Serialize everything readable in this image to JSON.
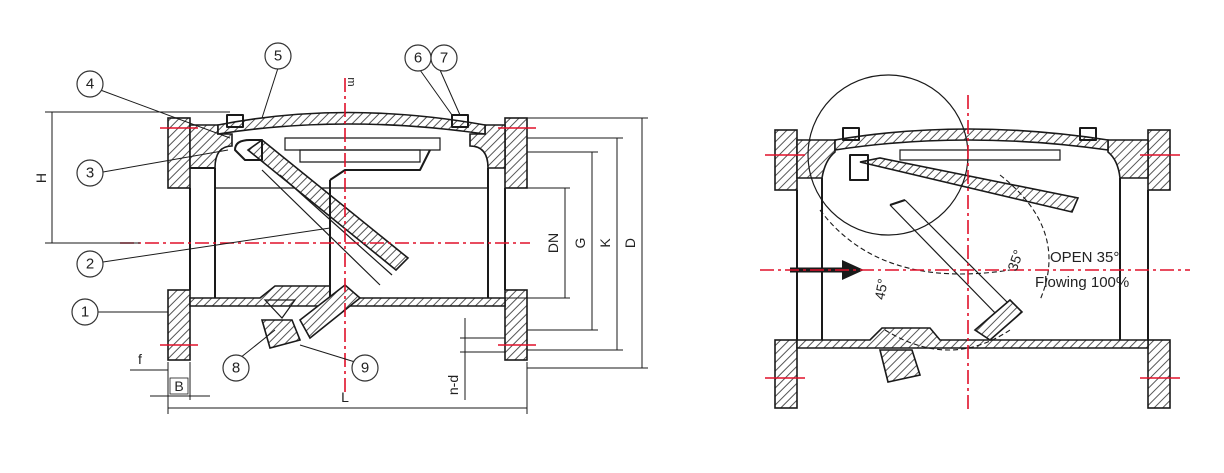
{
  "callouts": [
    "1",
    "2",
    "3",
    "4",
    "5",
    "6",
    "7",
    "8",
    "9"
  ],
  "dimensions": {
    "H": "H",
    "DN": "DN",
    "G": "G",
    "K": "K",
    "D": "D",
    "L": "L",
    "B": "B",
    "f": "f",
    "nd": "n-d",
    "m": "m"
  },
  "annotations": {
    "open": "OPEN 35°",
    "flowing": "Flowing  100%",
    "angle45": "45°",
    "angle35": "35°"
  },
  "colors": {
    "outline": "#1a1a1a",
    "centerline": "#e0102a",
    "hatch": "#555555"
  }
}
